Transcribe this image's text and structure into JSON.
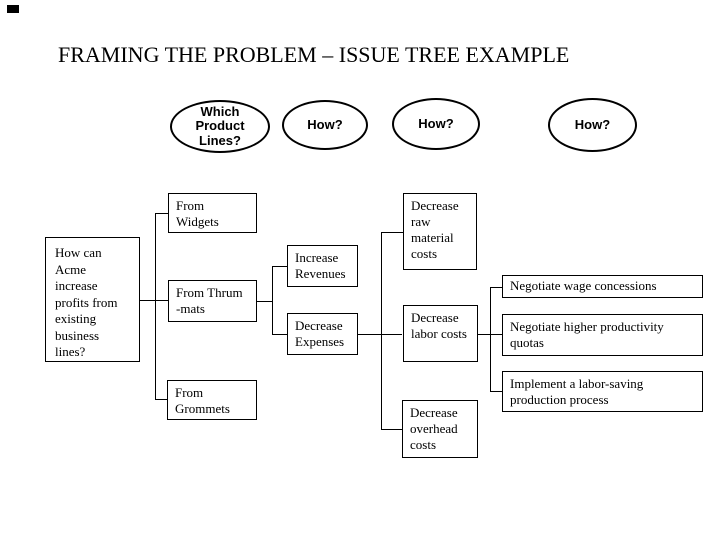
{
  "colors": {
    "ink": "#000000",
    "paper": "#ffffff"
  },
  "title": "FRAMING THE PROBLEM – ISSUE TREE EXAMPLE",
  "column_questions": [
    {
      "label": "Which\nProduct\nLines?"
    },
    {
      "label": "How?"
    },
    {
      "label": "How?"
    },
    {
      "label": "How?"
    }
  ],
  "root": {
    "text": "How can\nAcme\nincrease\nprofits from\nexisting\nbusiness\nlines?"
  },
  "product_lines": [
    {
      "text": "From\nWidgets"
    },
    {
      "text": "From Thrum\n-mats"
    },
    {
      "text": "From\nGrommets"
    }
  ],
  "profit_levers": [
    {
      "text": "Increase\nRevenues"
    },
    {
      "text": "Decrease\nExpenses"
    }
  ],
  "expense_levers": [
    {
      "text": "Decrease\nraw\nmaterial\ncosts"
    },
    {
      "text": "Decrease\nlabor costs"
    },
    {
      "text": "Decrease\noverhead\ncosts"
    }
  ],
  "labor_actions": [
    {
      "text": "Negotiate wage concessions"
    },
    {
      "text": "Negotiate higher productivity\nquotas"
    },
    {
      "text": "Implement a labor-saving\nproduction process"
    }
  ]
}
